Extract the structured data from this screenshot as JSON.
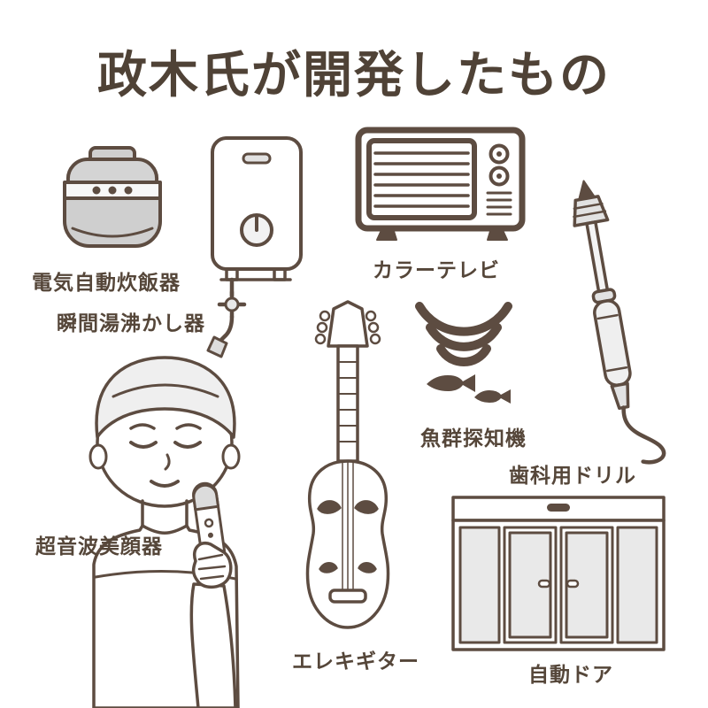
{
  "title": "政木氏が開発したもの",
  "palette": {
    "ink": "#5d4c41",
    "text": "#554639",
    "light_gray": "#e9e9e9",
    "mid_gray": "#cfcfcf",
    "background": "#ffffff"
  },
  "items": [
    {
      "id": "rice-cooker",
      "label": "電気自動炊飯器"
    },
    {
      "id": "water-heater",
      "label": "瞬間湯沸かし器"
    },
    {
      "id": "color-tv",
      "label": "カラーテレビ"
    },
    {
      "id": "fish-finder",
      "label": "魚群探知機"
    },
    {
      "id": "dental-drill",
      "label": "歯科用ドリル"
    },
    {
      "id": "facial-device",
      "label": "超音波美顔器"
    },
    {
      "id": "electric-guitar",
      "label": "エレキギター"
    },
    {
      "id": "automatic-door",
      "label": "自動ドア"
    }
  ]
}
